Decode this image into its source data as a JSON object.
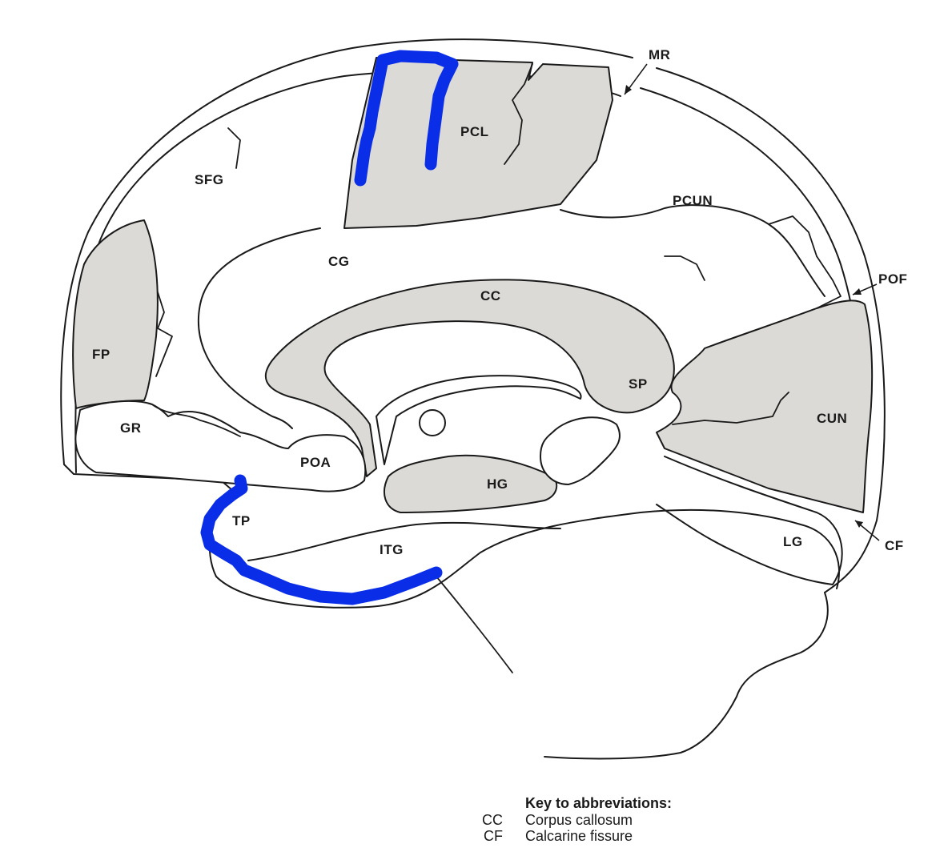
{
  "colors": {
    "shaded_region": "#dcdad6",
    "outline": "#1a1a1a",
    "annotation_marker": "#0a2ee8",
    "background": "#ffffff"
  },
  "labels": {
    "MR": "MR",
    "PCL": "PCL",
    "SFG": "SFG",
    "PCUN": "PCUN",
    "CG": "CG",
    "POF": "POF",
    "CC": "CC",
    "FP": "FP",
    "SP": "SP",
    "CUN": "CUN",
    "GR": "GR",
    "POA": "POA",
    "HG": "HG",
    "TP": "TP",
    "ITG": "ITG",
    "LG": "LG",
    "CF": "CF"
  },
  "key": {
    "title": "Key to abbreviations:",
    "entries": [
      {
        "abbr": "CC",
        "meaning": "Corpus callosum"
      },
      {
        "abbr": "CF",
        "meaning": "Calcarine fissure"
      }
    ]
  }
}
